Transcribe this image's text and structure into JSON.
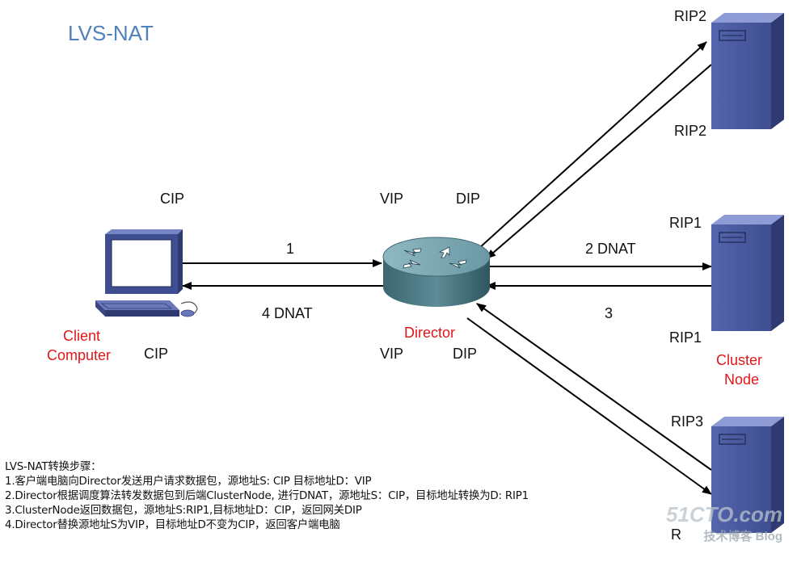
{
  "title": "LVS-NAT",
  "labels": {
    "client_cip_top": "CIP",
    "client_cip_bottom": "CIP",
    "client_name_line1": "Client",
    "client_name_line2": "Computer",
    "director_vip_top": "VIP",
    "director_dip_top": "DIP",
    "director_vip_bottom": "VIP",
    "director_dip_bottom": "DIP",
    "director_name": "Director",
    "arrow_1": "1",
    "arrow_4": "4 DNAT",
    "arrow_2": "2  DNAT",
    "arrow_3": "3",
    "server2_rip_top": "RIP2",
    "server2_rip_bottom": "RIP2",
    "server1_rip_top": "RIP1",
    "server1_rip_bottom": "RIP1",
    "server3_rip_top": "RIP3",
    "server3_rip_bottom": "R",
    "cluster_line1": "Cluster",
    "cluster_line2": "Node"
  },
  "steps": [
    "LVS-NAT转换步骤：",
    "1.客户端电脑向Director发送用户请求数据包，源地址S: CIP 目标地址D：VIP",
    "2.Director根据调度算法转发数据包到后端ClusterNode, 进行DNAT，源地址S：CIP，目标地址转换为D: RIP1",
    "3.ClusterNode返回数据包，源地址S:RIP1,目标地址D：CIP，返回网关DIP",
    "4.Director替换源地址S为VIP，目标地址D不变为CIP，返回客户端电脑"
  ],
  "watermark": {
    "main": "51CTO.com",
    "sub": "技术博客",
    "tag": "Blog"
  },
  "colors": {
    "title": "#4f81bd",
    "red_label": "#e0161b",
    "server_blue": "#4a5a9c",
    "router_teal": "#6b9aa6"
  }
}
